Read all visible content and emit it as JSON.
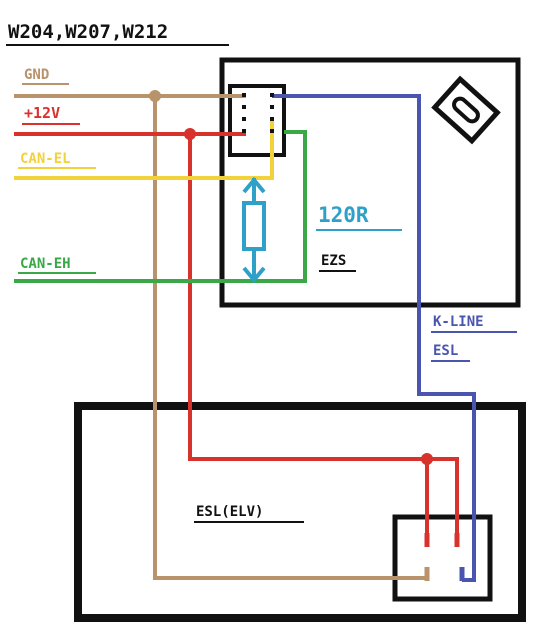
{
  "title": "W204,W207,W212",
  "wires": {
    "gnd": {
      "label": "GND",
      "color": "#b8936c"
    },
    "v12": {
      "label": "+12V",
      "color": "#d8322c"
    },
    "can_el": {
      "label": "CAN-EL",
      "color": "#f2d23a"
    },
    "can_eh": {
      "label": "CAN-EH",
      "color": "#3aa846"
    },
    "kline": {
      "label_line1": "K-LINE",
      "label_line2": "ESL",
      "color": "#4a55b0"
    }
  },
  "resistor": {
    "label": "120R",
    "color": "#2fa0c8"
  },
  "ezs": {
    "label": "EZS"
  },
  "esl": {
    "label": "ESL(ELV)"
  }
}
